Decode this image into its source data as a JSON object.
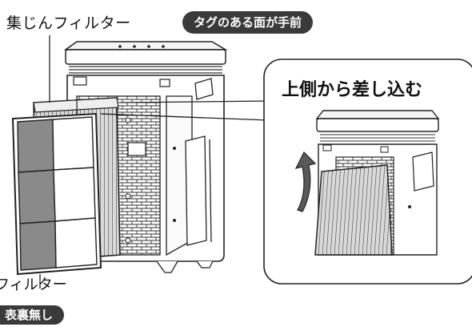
{
  "labels": {
    "dust_filter": "集じんフィルター",
    "tag_side_note": "タグのある面が手前",
    "callout_title": "上側から差し込む",
    "bottom_filter_partial": "フィルター",
    "bottom_note_partial": "表裏無し"
  },
  "colors": {
    "pill_background": "#3a3a3a",
    "line": "#222222",
    "filter_gray": "#8a8a8a"
  },
  "icons": [
    "up-arrow-icon"
  ]
}
